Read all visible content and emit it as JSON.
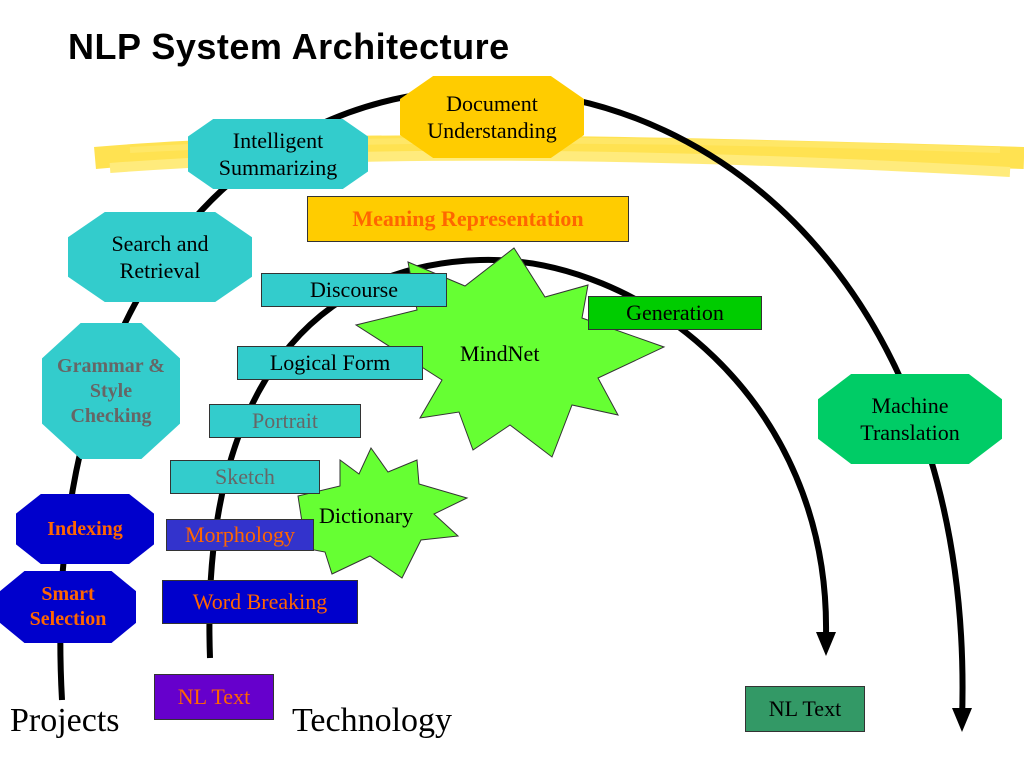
{
  "title": "NLP System Architecture",
  "projects": {
    "document_understanding": "Document Understanding",
    "intelligent_summarizing": "Intelligent Summarizing",
    "search_and_retrieval": "Search and Retrieval",
    "grammar_style_checking": "Grammar & Style Checking",
    "indexing": "Indexing",
    "smart_selection": "Smart Selection",
    "machine_translation": "Machine Translation"
  },
  "technology": {
    "meaning_representation": "Meaning Representation",
    "discourse": "Discourse",
    "generation": "Generation",
    "logical_form": "Logical Form",
    "portrait": "Portrait",
    "sketch": "Sketch",
    "morphology": "Morphology",
    "word_breaking": "Word Breaking",
    "mindnet": "MindNet",
    "dictionary": "Dictionary"
  },
  "inputs": {
    "nl_text_left": "NL Text",
    "nl_text_right": "NL Text"
  },
  "footer": {
    "projects_label": "Projects",
    "technology_label": "Technology"
  },
  "colors": {
    "teal": "#33cccc",
    "gold": "#ffcc00",
    "green": "#00cc66",
    "dark_green": "#009933",
    "navy": "#0000cc",
    "purple": "#6600cc",
    "lime": "#66ff33",
    "orange_text": "#ff6600",
    "gray_text": "#666666"
  }
}
